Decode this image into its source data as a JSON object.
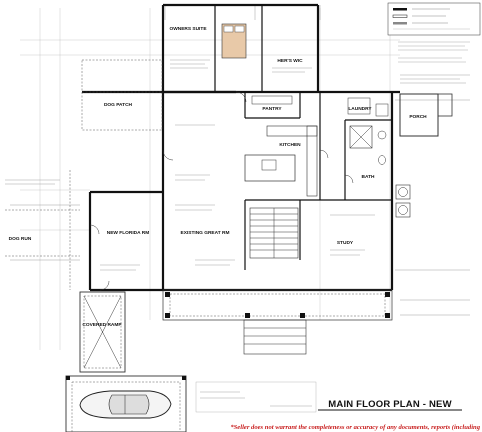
{
  "drawing": {
    "title": "MAIN FLOOR PLAN - NEW",
    "disclaimer": "*Seller does not warrant the completeness or accuracy of any documents, reports (including",
    "rooms": {
      "owners_suite": "OWNERS SUITE",
      "hers_wic": "HER'S WIC",
      "dog_patch": "DOG PATCH",
      "pantry": "PANTRY",
      "laundry": "LAUNDRY",
      "porch": "PORCH",
      "kitchen": "KITCHEN",
      "bath": "BATH",
      "new_florida_rm": "NEW FLORIDA RM",
      "existing_great_rm": "EXISTING GREAT RM",
      "study": "STUDY",
      "dog_run": "DOG RUN",
      "covered_ramp": "COVERED RAMP"
    }
  },
  "palette": {
    "ink": "#111111",
    "disclaimer_red": "#c81e1e",
    "paper": "#ffffff"
  }
}
